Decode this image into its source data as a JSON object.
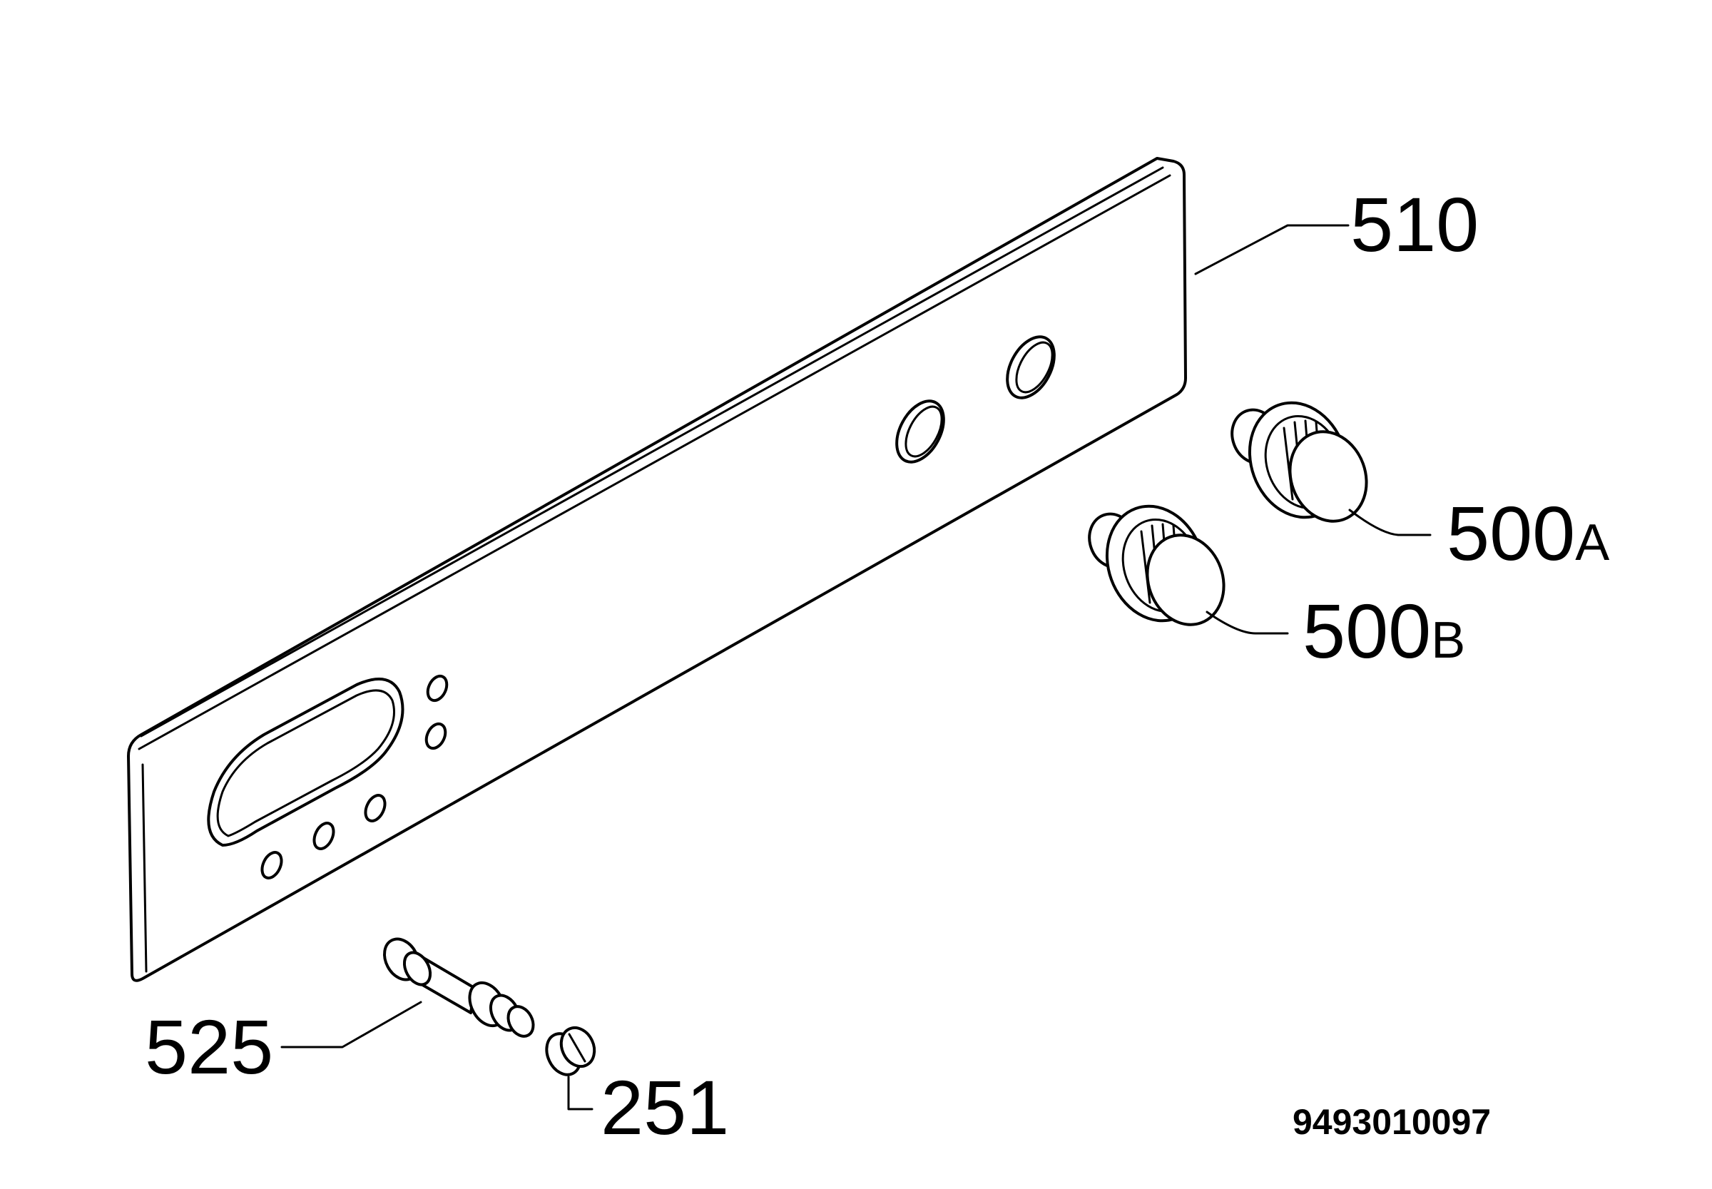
{
  "labels": {
    "panel": "510",
    "knob_a_num": "500",
    "knob_a_suffix": "A",
    "knob_b_num": "500",
    "knob_b_suffix": "B",
    "shaft": "525",
    "screw": "251"
  },
  "drawing_code": "9493010097"
}
